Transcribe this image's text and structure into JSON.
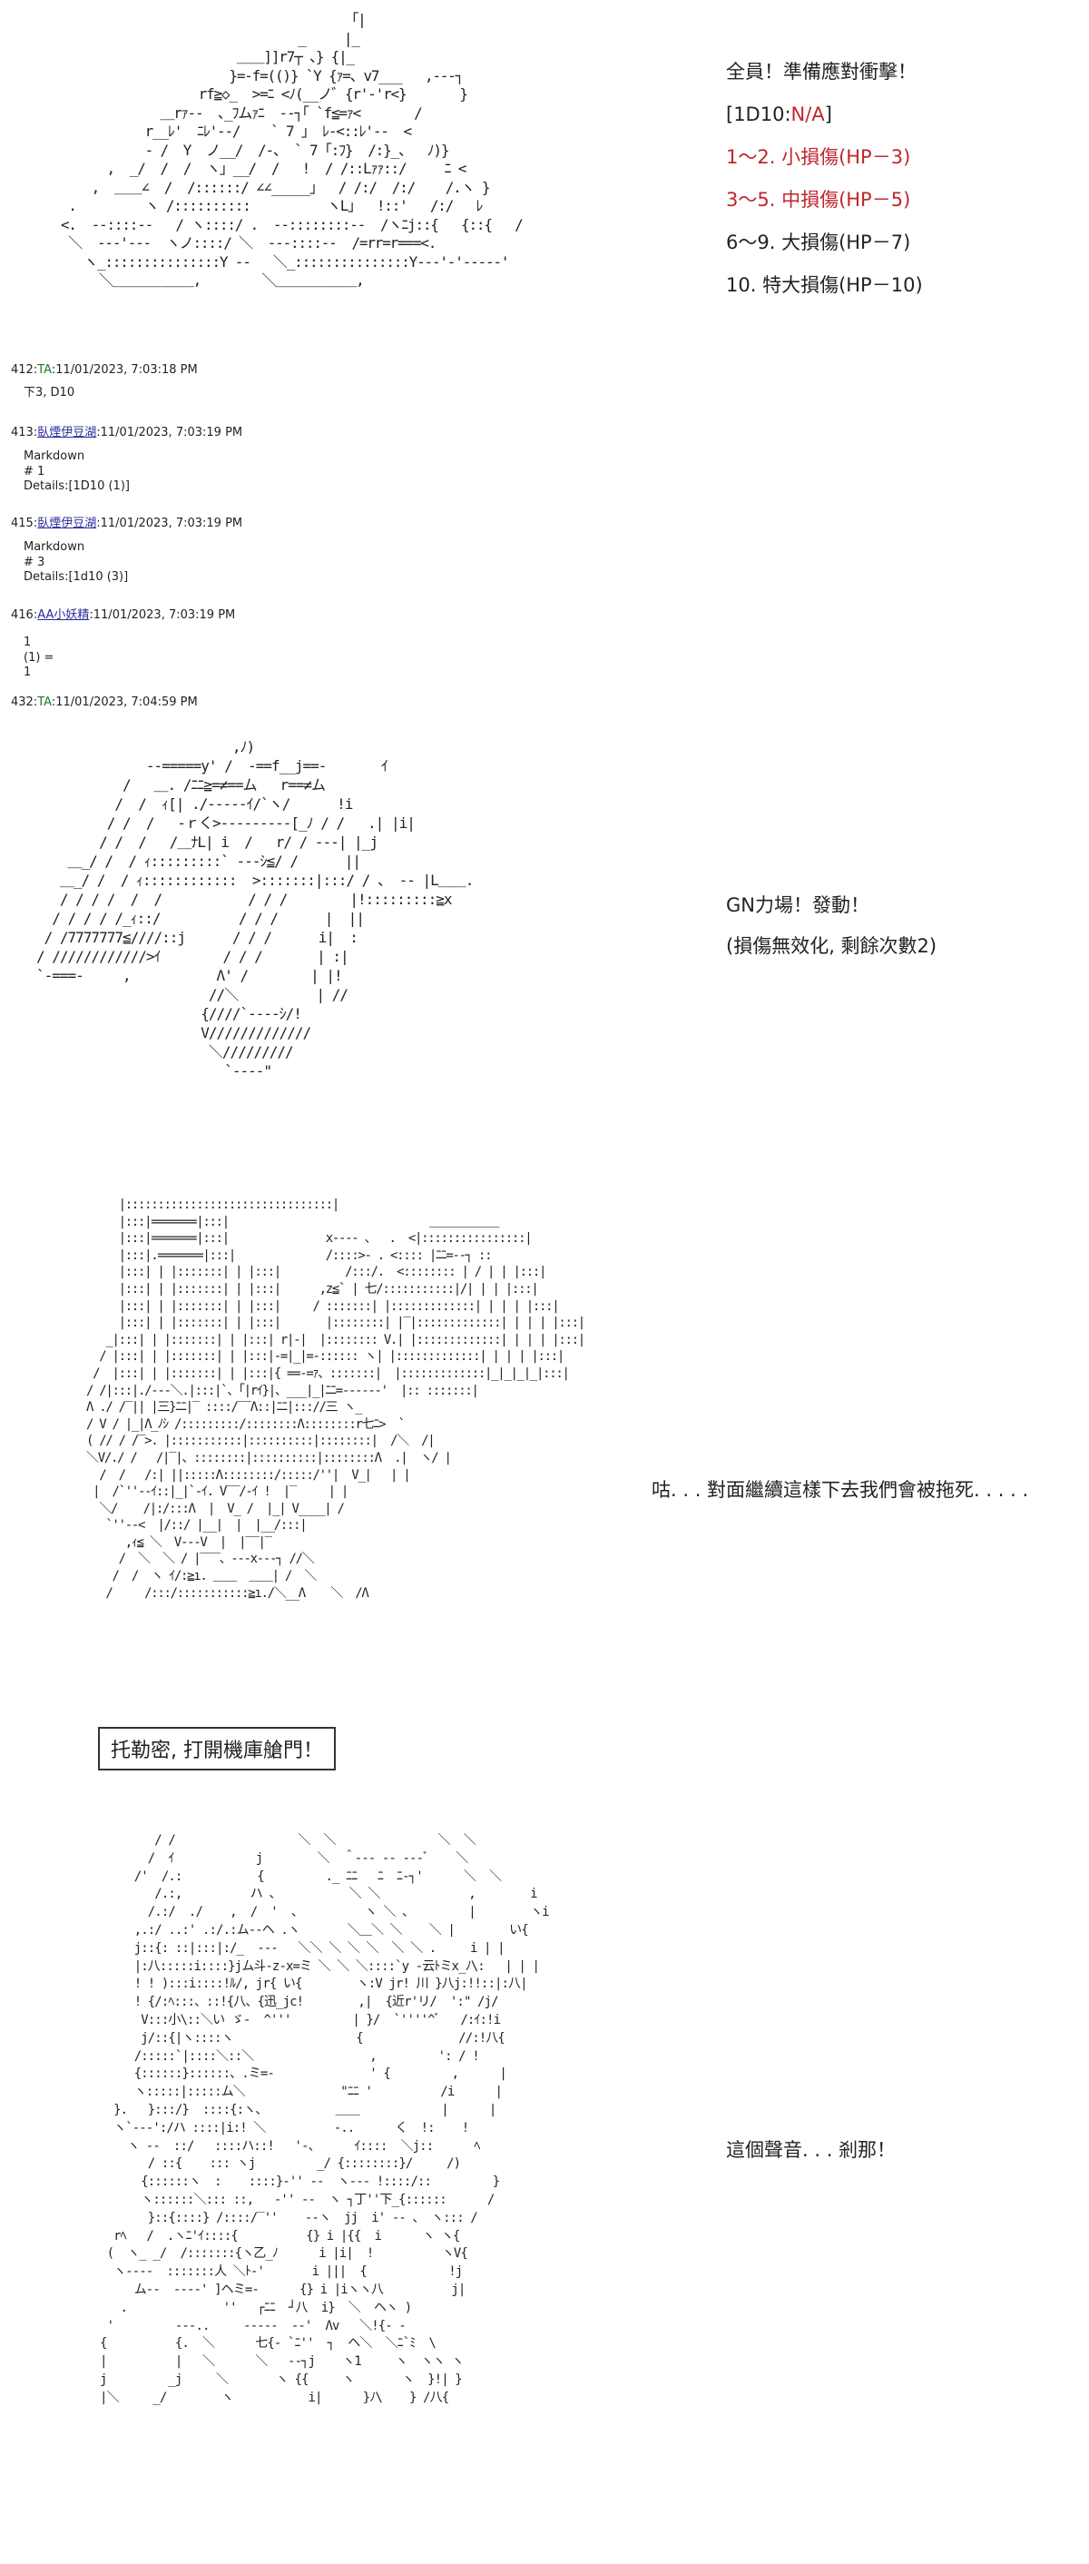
{
  "panel1": {
    "caption": [
      "全員！準備應對衝擊！"
    ],
    "dice_line": {
      "prefix": "[1D10:",
      "value": "N/A",
      "suffix": "]"
    },
    "table": [
      {
        "text": "1～2. 小損傷(HP－3)",
        "highlight": true
      },
      {
        "text": "3～5. 中損傷(HP－5)",
        "highlight": true
      },
      {
        "text": "6～9. 大損傷(HP－7)",
        "highlight": false
      },
      {
        "text": "10. 特大損傷(HP－10)",
        "highlight": false
      }
    ],
    "art": "                                        ｢|\n                                 _     |_\n                         ＿＿]]r7┬ 、} {|_\n                        }=-f=(()} `Y {ｧ=、v7___   ,-‐‐┐\n                    rf≧◇_  >=ﾆ <ﾉ(__ノ゛{r'-'r<}       }\n               ＿rｧ‐‐  ､_ﾌムｧﾆ  ‐‐┐｢ `f≦=ｧ<       /\n             r__ﾚ'  ﾆﾚ'‐‐/    ` 7 」 ﾚ-<::ﾚ'‐‐  <\n             - /  Y  ノ__/  /‐、 ` 7 ｢:ﾌ}  /:}_、  ﾉ)}\n        ,  _/  /  /  ヽ」__/  /   !  / /::Lｧｧ::/     ﾆ <\n      ,  ＿＿∠  /  /::::::/ ∠∠_____」  / /:/  /:/    /.ヽ }\n   .         ヽ /::::::::::          ヽL」  !::'   /:/   ﾚ\n  <.  -‐::::‐-   / ヽ::::/ .  -‐::::::::‐-  /ヽﾆj::{   {::{   /\n   ＼  -‐‐'‐‐-  ヽノ::::/ ＼  -‐‐::::‐-  /=rr=r===<.\n     ヽ_:::::::::::::::Y -‐   ＼_:::::::::::::::Y‐‐‐'‐'‐‐‐‐‐'\n       ＼＿＿＿＿＿＿,        ＼＿＿＿＿＿＿,"
  },
  "posts": [
    {
      "header": {
        "number": "412",
        "name": "TA",
        "name_style": "green",
        "timestamp": "11/01/2023, 7:03:18 PM"
      },
      "body": "下3, D10"
    },
    {
      "header": {
        "number": "413",
        "name": "臥煙伊豆湖",
        "name_style": "link",
        "timestamp": "11/01/2023, 7:03:19 PM"
      },
      "body": "Markdown\n# 1\nDetails:[1D10 (1)]"
    },
    {
      "header": {
        "number": "415",
        "name": "臥煙伊豆湖",
        "name_style": "link",
        "timestamp": "11/01/2023, 7:03:19 PM"
      },
      "body": "Markdown\n# 3\nDetails:[1d10 (3)]"
    },
    {
      "header": {
        "number": "416",
        "name": "AA小妖精",
        "name_style": "link",
        "timestamp": "11/01/2023, 7:03:19 PM"
      },
      "body": "1\n(1) =\n1"
    },
    {
      "header": {
        "number": "432",
        "name": "TA",
        "name_style": "green",
        "timestamp": "11/01/2023, 7:04:59 PM"
      },
      "body": ""
    }
  ],
  "panel2": {
    "caption": [
      "GN力場！發動！",
      "(損傷無效化, 剩餘次數2)"
    ],
    "art": "                         ,ﾉ)\n              --=====y' /  -==f__j==-       ｲ\n           /   ＿. /ﾆﾆ≧=≠==ム   r==≠ム\n          /  /  ｨ[| ./‐‐‐‐‐ｲ/`ヽ/      !i\n         / /  /   ‐ｒく>---------[_ﾉ / /   .| |i|\n        / /  /   /＿ﾅL| i  /   r/ / ‐‐‐| |_j\n    ＿_/ /  / ｨ:::::::::` ‐‐‐ｼ≦/ /      ||\n   ＿_/ /  / ｨ::::::::::::  >:::::::|:::/ / 、 ‐‐ |L＿＿.\n   / / / /  /  /           / / /        |!:::::::::≧x\n  / / / / /_ｨ::/          / / /      |  ||\n / /7777777≦////::j      / / /      i|  :\n/ ////////////>ｲ        / / /       | :|\n`‐===‐     ,           Λ' /        | |!\n                      //＼          | //\n                     {////`‐‐‐‐ｼ/!\n                     V/////////////\n                      ＼/////////\n                        `‐‐‐‐\""
  },
  "panel3": {
    "caption": [
      "咕. . . 對面繼續這樣下去我們會被拖死. . . . ."
    ],
    "art": "     |::::::::::::::::::::::::::::::::|\n     |:::|=======|:::|                               ＿＿＿＿＿＿\n     |:::|=======|:::|               x‐‐‐‐ 、  .  <|::::::::::::::::|\n     |:::|.=======|:::|              /::::>‐ . <:::: |ﾆﾆ=‐‐┐ ::\n     |:::| | |:::::::| | |:::|          /:::/.  <:::::::: | / | | |:::|\n     |:::| | |:::::::| | |:::|      ,z≦` | 七/:::::::::::|/| | | |:::|\n     |:::| | |:::::::| | |:::|     / :::::::| |:::::::::::::| | | | |:::|\n     |:::| | |:::::::| | |:::|       |::::::::| |‾|:::::::::::::| | | | |:::|\n   _|:::| | |:::::::| | |:::| r|‐|  |:::::::: V.| |:::::::::::::| | | | |:::|\n  / |:::| | |:::::::| | |:::|-=|_|=‐:::::: ヽ| |:::::::::::::| | | | |:::|\n /  |:::| | |:::::::| | |:::|{ ==‐=ｧ、:::::::|  |:::::::::::::|_|_|_|_|:::|\n/ /|:::|./‐‐‐＼.|:::|`、｢|rｲ}|、___|_|ﾆﾆ=‐‐‐‐‐‐'  |:: :::::::|\nΛ ./ /‾|| |三}ﾆﾆ|‾ ::::/‾‾Λ::|ﾆﾆ|::://三 ヽ_\n/ V / |_|Λ_ﾉｼ /:::::::::/::::::::Λ::::::::r七ﾆ>  `\n( // / /‾>. |:::::::::::|::::::::::|::::::::|  /＼  /|\n＼V/./ /   /|‾|、::::::::|::::::::::|::::::::Λ  .|  ヽ/ |\n  /  /   /:| ||:::::Λ::::::::/:::::/''|  V_|   | |\n |  /`''‐‐ｲ::|_|`‐ｲ. V‾‾/‐ｲ !  |‾     | |\n  ＼/    /|:/:::Λ  |  V_ /  |_| V____| /\n   `''‐‐<  |/::/ |__|  |  |__/:::|\n      ,ｨ≦ ＼  V‐‐‐V  |  |‾‾|‾\n     /  ＼  ＼ / |‾‾‾、‐‐‐x‐‐‐┐ //＼\n    /  /  ヽ ｲ/:≧ı. ＿＿  ＿＿| /  ＼\n   /     /:::/:::::::::::≧ı./＼__Λ    ＼  /Λ"
  },
  "panel4": {
    "boxed_text": "托勒密, 打開機庫艙門！",
    "caption": [
      "這個聲音. . . 剎那！"
    ],
    "art": "          / /                  ＼  ＼               ＼  ＼\n         /  ｲ            j        ＼  ＾‐‐‐ ‐‐ ‐‐‐ﾞ    ＼\n       /'  /.:           {         ._ ﾆﾆ   ﾆ  ﾆ‐┐'      ＼  ＼\n          /.:,          ハ 、          ＼ ＼             ,        i\n         /.:/  ./    ,  /  '  、         ヽ ＼ 、        |        ヽi\n       ,.:/ ..:' .:/.:ム‐‐ヘ .ヽ       ＼＿＼ ＼    ＼ |        い{\n       j::{: ::|:::|:/_  ‐‐‐   ＼＼ ＼ ＼ ＼  ＼ ＼ .     i | |\n       |:八:::::i::::}jム斗‐z‐x=ミ ＼ ＼ ＼::::`y ‐云ﾄミx_ﾉ\\:   | | |\n       ! ! ):::i::::!ﾙ/, jr{ い{        ヽ:V jr! 川 }八j:!!::|:八|\n       ! {/:ﾍ:::、::!{八、{迅_jc!        ,|  {近r'リ/  ':\" /j/\n        V:::小\\::＼い ゞ‐  ^'''         | }/  `''''^ﾞ   /:ｲ:!i\n        j/::{|ヽ::::ヽ                  {              //:!八{\n       /:::::`|::::＼::＼                 ,         ': / !\n       {::::::}::::::、.ミ=-              ' {         ,      |\n       ヽ:::::|:::::ム＼              \"ﾆﾆ '          /i      |\n    }.   }:::/}  ::::{:ヽ、          ＿＿            |      |\n    ヽ`‐‐‐':/ハ ::::|i:! ＼          ‐..      く  !:    !\n      ヽ ‐‐  ::/   ::::ハ::!   '‐、     ｲ::::  ＼j::      ﾍ\n         / ::{    ::: ヽj         _/ {::::::::}/     /)\n        {::::::ヽ  :    ::::}‐'' ‐‐  ヽ‐‐‐ !::::/::         }\n        ヽ::::::＼::: ::,   ‐'' ‐‐  ヽ ┐丁''下_{::::::      /\n         }::{::::} /::::/‾''    ‐‐ヽ  jj  i' ‐‐ 、 ヽ::: /\n    rﾍ   /  .ヽﾆ'ｲ::::{          {} i |{{  i      ヽ ヽ{\n   (  ヽ_ _/  /:::::::{ヽ乙_ﾉ      i |i|  !          ヽV{\n    ヽ‐‐‐‐  :::::::人 ＼ﾄ‐'       i |||  {            !j\n       ム‐‐  ‐‐‐‐' ]ヘミ=‐      {} i |iヽヽ八          j|\n     .              ''   ┌ﾆﾆ  ┘八  i}  ＼  ヘヽ )\n   '         ‐‐‐..     ‐‐‐‐‐  ‐‐'  Λv   ＼!{‐ ‐\n  {          {.  ＼      七{‐ `ﾆ''  ┐  ヘ＼  ＼ﾆ`ﾐ  \\\n  |          |   ＼      ＼   ‐‐┐j    ヽ1     ヽ  ヽヽ ヽ\n  j         _j     ＼       ヽ {{     ヽ       ヽ  }!| }\n  |＼     _/        ヽ           i|      }ﾉ\\    } /八{"
  }
}
